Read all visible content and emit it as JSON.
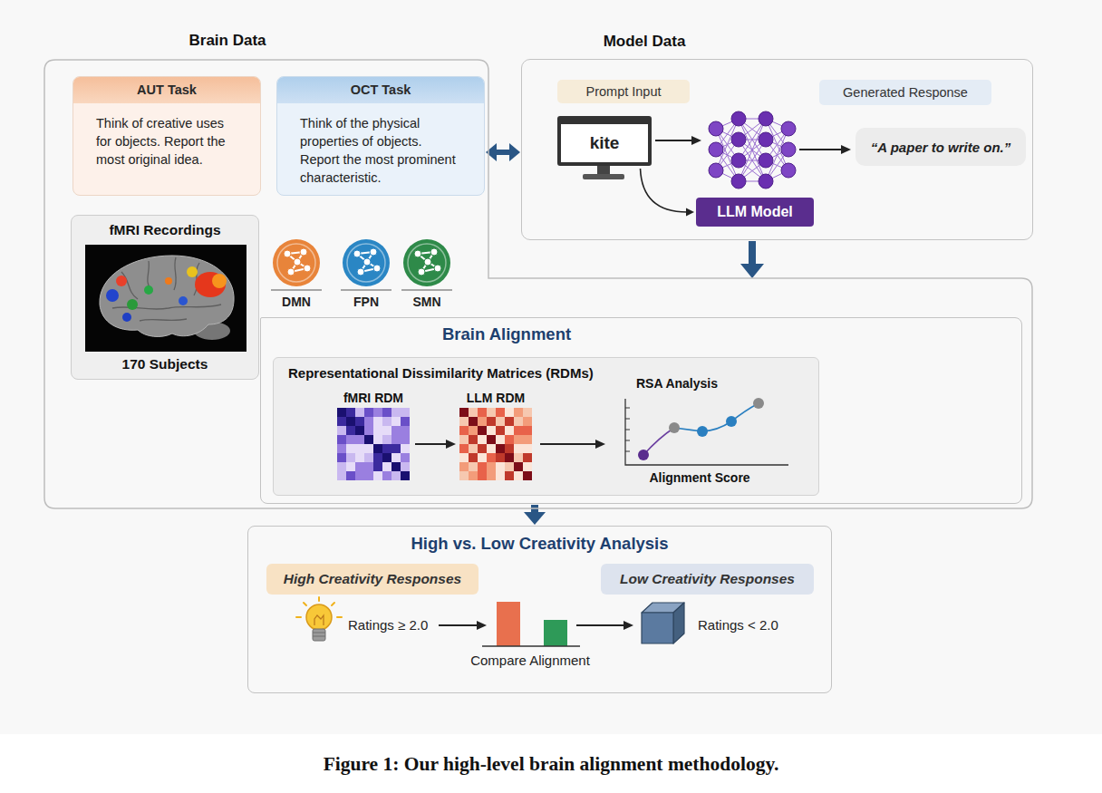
{
  "diagram": {
    "caption": "Figure 1: Our high-level brain alignment methodology.",
    "nodes": [
      {
        "text": [
          "Brain Data"
        ]
      },
      {
        "text": [
          "AUT Task",
          "Think of creative uses for objects. Report the most original idea."
        ],
        "in": 0
      },
      {
        "text": [
          "OCT Task",
          "Think of the physical properties of objects. Report the most prominent characteristic."
        ],
        "in": 0
      },
      {
        "text": [
          "fMRI Recordings",
          "170 Subjects"
        ],
        "in": 0
      },
      {
        "text": [
          "DMN"
        ],
        "in": 0
      },
      {
        "text": [
          "FPN"
        ],
        "in": 0
      },
      {
        "text": [
          "SMN"
        ],
        "in": 0
      },
      {
        "text": [
          "Brain Alignment"
        ],
        "in": 0
      },
      {
        "text": [
          "Representational Dissimilarity Matrices (RDMs)",
          "fMRI RDM",
          "LLM RDM",
          "RSA Analysis",
          "Alignment Score"
        ],
        "in": 7
      },
      {
        "text": [
          "Model Data"
        ]
      },
      {
        "text": [
          "Prompt Input"
        ],
        "in": 9
      },
      {
        "text": [
          "Generated Response"
        ],
        "in": 9
      },
      {
        "text": [
          "kite"
        ],
        "in": 9
      },
      {
        "text": [
          "LLM Model"
        ],
        "in": 9
      },
      {
        "text": [
          "“A paper to write on.”"
        ],
        "in": 9
      },
      {
        "text": [
          "High vs. Low Creativity Analysis"
        ]
      },
      {
        "text": [
          "High Creativity Responses"
        ],
        "in": 15
      },
      {
        "text": [
          "Low Creativity Responses"
        ],
        "in": 15
      }
    ],
    "edges": [
      {
        "from": 2,
        "to": 9,
        "arrow": "both"
      },
      {
        "from": 12,
        "to": 13,
        "arrow": "to"
      },
      {
        "from": 9,
        "to": 0,
        "arrow": "to"
      },
      {
        "from": 7,
        "to": 15,
        "arrow": "to"
      }
    ],
    "labels": [
      "Ratings ≥ 2.0",
      "Compare Alignment",
      "Ratings < 2.0"
    ]
  }
}
